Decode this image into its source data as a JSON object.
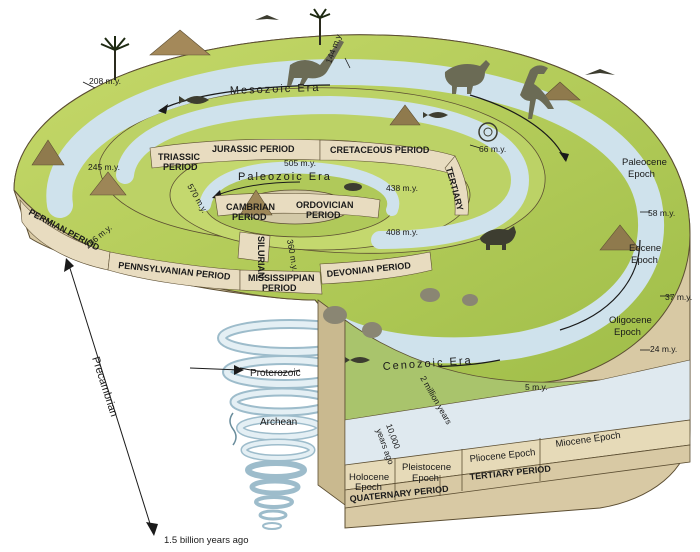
{
  "eras": {
    "mesozoic": "Mesozoic Era",
    "paleozoic": "Paleozoic Era",
    "cenozoic": "Cenozoic Era"
  },
  "periods": {
    "permian": "PERMIAN PERIOD",
    "pennsylvanian": "PENNSYLVANIAN PERIOD",
    "mississippian_1": "MISSISSIPPIAN",
    "mississippian_2": "PERIOD",
    "devonian": "DEVONIAN PERIOD",
    "triassic_1": "TRIASSIC",
    "triassic_2": "PERIOD",
    "jurassic": "JURASSIC PERIOD",
    "cretaceous": "CRETACEOUS PERIOD",
    "tertiary_side": "TERTIARY",
    "cambrian_1": "CAMBRIAN",
    "cambrian_2": "PERIOD",
    "ordovician_1": "ORDOVICIAN",
    "ordovician_2": "PERIOD",
    "silurian": "SILURIAN",
    "quaternary": "QUATERNARY PERIOD",
    "tertiary": "TERTIARY PERIOD"
  },
  "epochs": {
    "holocene_1": "Holocene",
    "holocene_2": "Epoch",
    "pleistocene_1": "Pleistocene",
    "pleistocene_2": "Epoch",
    "pliocene": "Pliocene Epoch",
    "miocene": "Miocene Epoch",
    "oligocene_1": "Oligocene",
    "oligocene_2": "Epoch",
    "eocene_1": "Eocene",
    "eocene_2": "Epoch",
    "paleocene_1": "Paleocene",
    "paleocene_2": "Epoch"
  },
  "ages": {
    "m208": "208 m.y.",
    "m144": "144 m.y.",
    "m66": "66 m.y.",
    "m245": "245 m.y.",
    "m286": "286 m.y.",
    "m505": "505 m.y.",
    "m438": "438 m.y.",
    "m408": "408 m.y.",
    "m570": "570 m.y.",
    "m360": "360 m.y.",
    "m58": "58 m.y.",
    "m37": "37 m.y.",
    "m24": "24 m.y.",
    "m5": "5 m.y.",
    "million2": "2 million years",
    "years_10000_1": "10,000",
    "years_10000_2": "years ago"
  },
  "precambrian": {
    "label": "Precambrian",
    "proterozoic": "Proterozoic",
    "archean": "Archean",
    "bottom": "1.5 billion years ago"
  },
  "colors": {
    "land": "#b7cf5a",
    "land_dark": "#7fa23a",
    "river": "#cfe2ec",
    "band": "#e8dcc0",
    "coil": "#d6e6ee",
    "rock": "#d9ccb0"
  }
}
